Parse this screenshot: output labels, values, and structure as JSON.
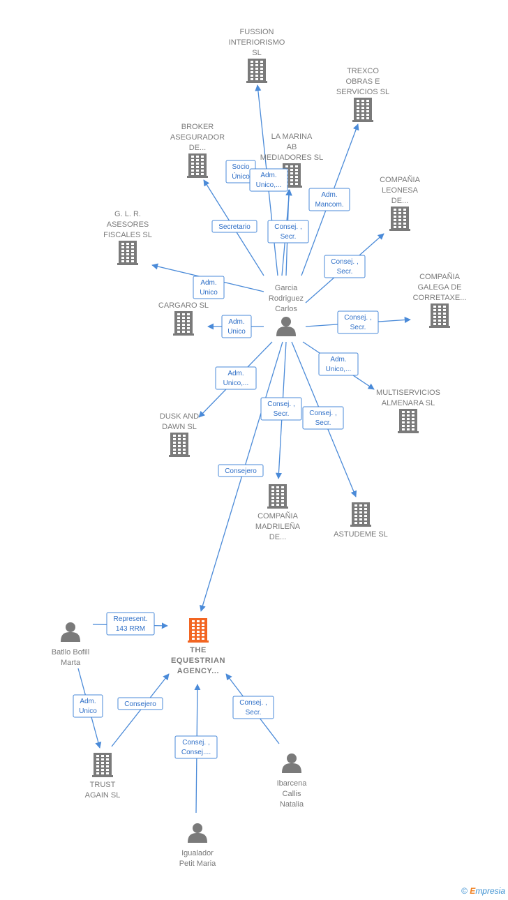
{
  "colors": {
    "edge": "#4a8ad8",
    "edge_text": "#2f6fc7",
    "node": "#7a7a7a",
    "focus": "#f26522"
  },
  "nodes": [
    {
      "id": "fussion",
      "type": "company",
      "lines": [
        "FUSSION",
        "INTERIORISMO",
        "SL"
      ]
    },
    {
      "id": "trexco",
      "type": "company",
      "lines": [
        "TREXCO",
        "OBRAS E",
        "SERVICIOS SL"
      ]
    },
    {
      "id": "broker",
      "type": "company",
      "lines": [
        "BROKER",
        "ASEGURADOR",
        "DE..."
      ]
    },
    {
      "id": "lamarina",
      "type": "company",
      "lines": [
        "LA MARINA",
        "AB",
        "MEDIADORES SL"
      ]
    },
    {
      "id": "leonesa",
      "type": "company",
      "lines": [
        "COMPAÑIA",
        "LEONESA",
        "DE..."
      ]
    },
    {
      "id": "glr",
      "type": "company",
      "lines": [
        "G.  L. R.",
        "ASESORES",
        "FISCALES SL"
      ]
    },
    {
      "id": "galega",
      "type": "company",
      "lines": [
        "COMPAÑIA",
        "GALEGA DE",
        "CORRETAXE..."
      ]
    },
    {
      "id": "cargaro",
      "type": "company",
      "lines": [
        "CARGARO SL"
      ]
    },
    {
      "id": "garcia",
      "type": "person",
      "lines": [
        "Garcia",
        "Rodriguez",
        "Carlos"
      ]
    },
    {
      "id": "multi",
      "type": "company",
      "lines": [
        "MULTISERVICIOS",
        "ALMENARA  SL"
      ]
    },
    {
      "id": "dusk",
      "type": "company",
      "lines": [
        "DUSK AND",
        "DAWN  SL"
      ]
    },
    {
      "id": "madrilena",
      "type": "company",
      "lines": [
        "COMPAÑIA",
        "MADRILEÑA",
        "DE..."
      ]
    },
    {
      "id": "astudeme",
      "type": "company",
      "lines": [
        "ASTUDEME  SL"
      ]
    },
    {
      "id": "equestrian",
      "type": "focus",
      "lines": [
        "THE",
        "EQUESTRIAN",
        "AGENCY..."
      ]
    },
    {
      "id": "batllo",
      "type": "person",
      "lines": [
        "Batllo Bofill",
        "Marta"
      ]
    },
    {
      "id": "trust",
      "type": "company",
      "lines": [
        "TRUST",
        "AGAIN  SL"
      ]
    },
    {
      "id": "ibarcena",
      "type": "person",
      "lines": [
        "Ibarcena",
        "Callis",
        "Natalia"
      ]
    },
    {
      "id": "igualador",
      "type": "person",
      "lines": [
        "Igualador",
        "Petit Maria"
      ]
    }
  ],
  "edges": [
    {
      "from": "garcia",
      "to": "fussion",
      "lines": [
        "Socio",
        "Único"
      ]
    },
    {
      "from": "garcia",
      "to": "lamarina",
      "lines": [
        "Adm.",
        "Unico,..."
      ]
    },
    {
      "from": "garcia",
      "to": "trexco",
      "lines": [
        "Adm.",
        "Mancom."
      ]
    },
    {
      "from": "garcia",
      "to": "broker",
      "lines": [
        "Secretario"
      ]
    },
    {
      "from": "garcia",
      "to": "lamarina",
      "lines": [
        "Consej. ,",
        "Secr."
      ]
    },
    {
      "from": "garcia",
      "to": "leonesa",
      "lines": [
        "Consej. ,",
        "Secr."
      ]
    },
    {
      "from": "garcia",
      "to": "glr",
      "lines": [
        "Adm.",
        "Unico"
      ]
    },
    {
      "from": "garcia",
      "to": "cargaro",
      "lines": [
        "Adm.",
        "Unico"
      ]
    },
    {
      "from": "garcia",
      "to": "galega",
      "lines": [
        "Consej. ,",
        "Secr."
      ]
    },
    {
      "from": "garcia",
      "to": "multi",
      "lines": [
        "Adm.",
        "Unico,..."
      ]
    },
    {
      "from": "garcia",
      "to": "dusk",
      "lines": [
        "Adm.",
        "Unico,..."
      ]
    },
    {
      "from": "garcia",
      "to": "madrilena",
      "lines": [
        "Consej. ,",
        "Secr."
      ]
    },
    {
      "from": "garcia",
      "to": "astudeme",
      "lines": [
        "Consej. ,",
        "Secr."
      ]
    },
    {
      "from": "garcia",
      "to": "equestrian",
      "lines": [
        "Consejero"
      ]
    },
    {
      "from": "batllo",
      "to": "equestrian",
      "lines": [
        "Represent.",
        "143 RRM"
      ]
    },
    {
      "from": "batllo",
      "to": "trust",
      "lines": [
        "Adm.",
        "Unico"
      ]
    },
    {
      "from": "trust",
      "to": "equestrian",
      "lines": [
        "Consejero"
      ]
    },
    {
      "from": "igualador",
      "to": "equestrian",
      "lines": [
        "Consej. ,",
        "Consej...."
      ]
    },
    {
      "from": "ibarcena",
      "to": "equestrian",
      "lines": [
        "Consej. ,",
        "Secr."
      ]
    }
  ],
  "watermark": {
    "copyright": "©",
    "brand_first": "E",
    "brand_rest": "mpresia"
  }
}
